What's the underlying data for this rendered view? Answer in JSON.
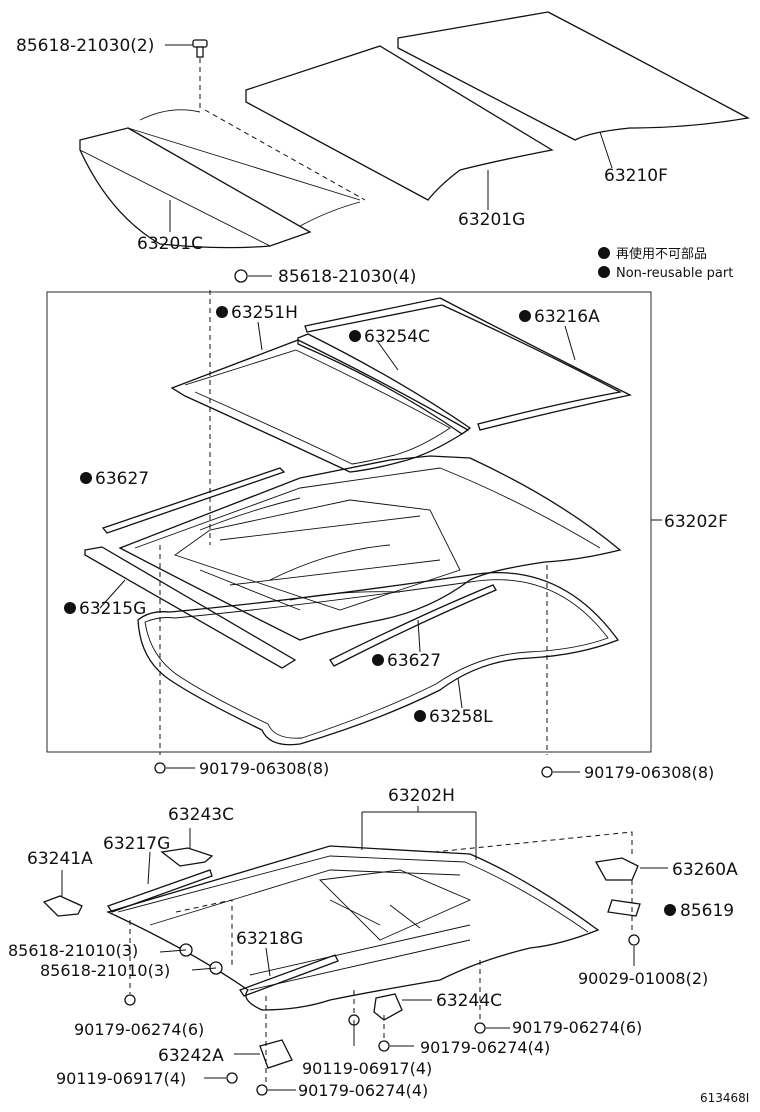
{
  "legend": {
    "line1": "再使用不可部品",
    "line2": "Non-reusable part"
  },
  "labels": {
    "bolt_top": "85618-21030(2)",
    "sunshade": "63201C",
    "glass_panel": "63201G",
    "roof_panel": "63210F",
    "bolt_4": "85618-21030(4)",
    "seal_h": "63251H",
    "seal_c": "63254C",
    "deflector_a": "63216A",
    "weather_627_top": "63627",
    "assy_f": "63202F",
    "trim_g": "63215G",
    "weather_627_bot": "63627",
    "drip_l": "63258L",
    "clip_left": "90179-06308(8)",
    "clip_right": "90179-06308(8)",
    "housing_h": "63202H",
    "bracket_c": "63243C",
    "rail_g": "63217G",
    "bracket_a": "63241A",
    "motor_a": "63260A",
    "grommet": "85619",
    "bolt_1010_a": "85618-21010(3)",
    "bolt_1010_b": "85618-21010(3)",
    "trim_218g": "63218G",
    "bracket_244c": "63244C",
    "screw_1008": "90029-01008(2)",
    "clip_6274_left": "90179-06274(6)",
    "clip_6274_right": "90179-06274(6)",
    "clip_6274_mid": "90179-06274(4)",
    "clip_6274_bot": "90179-06274(4)",
    "bracket_242a": "63242A",
    "nut_6917_mid": "90119-06917(4)",
    "nut_6917_left": "90119-06917(4)",
    "figure_id": "613468I"
  }
}
